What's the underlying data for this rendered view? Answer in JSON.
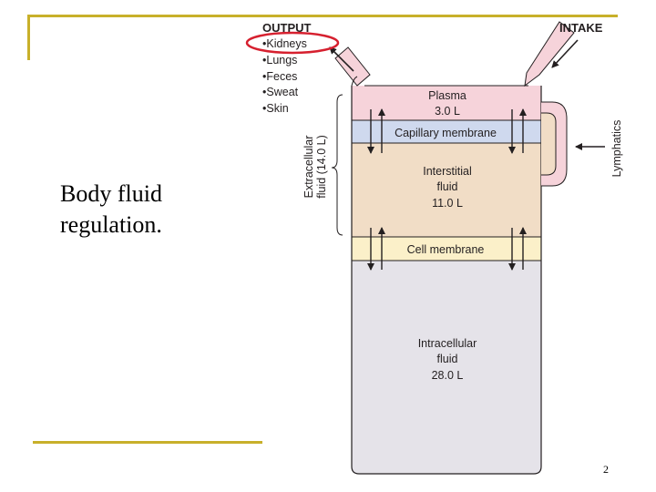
{
  "slide": {
    "title_line1": "Body fluid",
    "title_line2": "regulation.",
    "page_number": "2"
  },
  "diagram": {
    "output_heading": "OUTPUT",
    "output_items": [
      "•Kidneys",
      "•Lungs",
      "•Feces",
      "•Sweat",
      "•Skin"
    ],
    "highlighted_item": "•Kidneys",
    "intake_label": "INTAKE",
    "lymphatics_label": "Lymphatics",
    "ecf_label_line1": "Extracellular",
    "ecf_label_line2": "fluid (14.0 L)",
    "compartments": {
      "plasma": {
        "name": "Plasma",
        "volume": "3.0 L"
      },
      "capillary_membrane": {
        "name": "Capillary membrane"
      },
      "interstitial": {
        "name_line1": "Interstitial",
        "name_line2": "fluid",
        "volume": "11.0 L"
      },
      "cell_membrane": {
        "name": "Cell membrane"
      },
      "intracellular": {
        "name_line1": "Intracellular",
        "name_line2": "fluid",
        "volume": "28.0 L"
      }
    },
    "colors": {
      "plasma": "#f6d3da",
      "capillary_membrane": "#cfd9ee",
      "interstitial": "#f1ddc6",
      "cell_membrane": "#fbf0c9",
      "intracellular": "#e5e3e9",
      "highlight_circle": "#d6202f",
      "accent_lines": "#c8b02a"
    }
  }
}
